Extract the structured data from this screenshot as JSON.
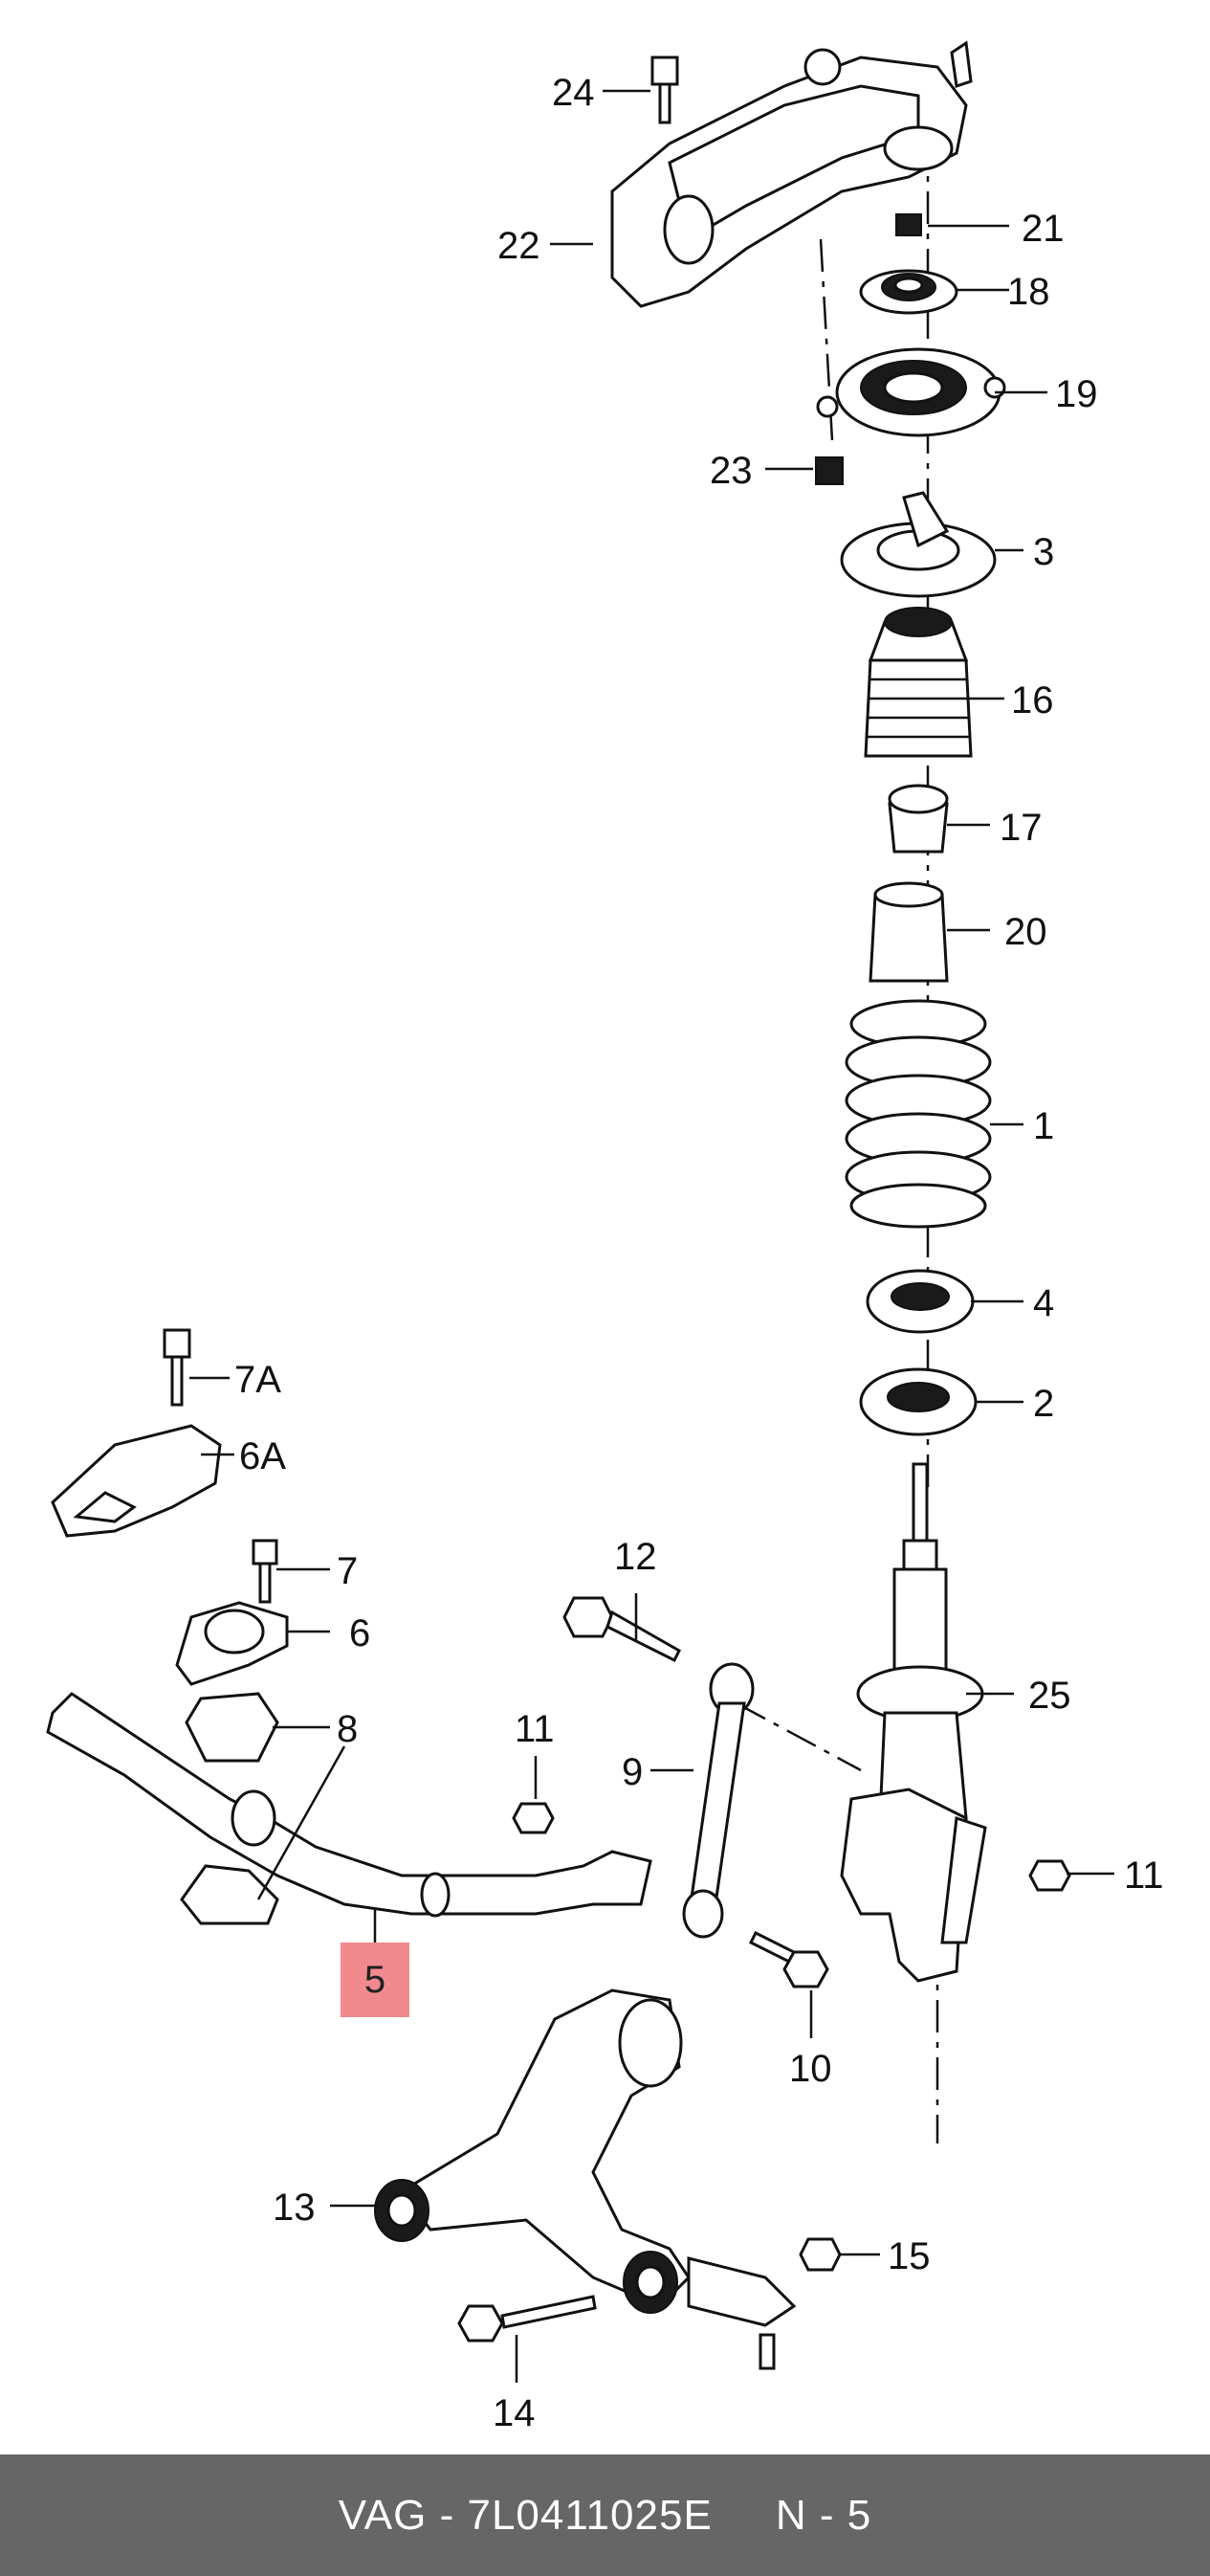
{
  "callouts": {
    "c24": "24",
    "c22": "22",
    "c21": "21",
    "c18": "18",
    "c19": "19",
    "c23": "23",
    "c3": "3",
    "c16": "16",
    "c17": "17",
    "c20": "20",
    "c1": "1",
    "c4": "4",
    "c2": "2",
    "c7a": "7A",
    "c6a": "6A",
    "c7": "7",
    "c6": "6",
    "c8": "8",
    "c12": "12",
    "c25": "25",
    "c11a": "11",
    "c9": "9",
    "c11b": "11",
    "c5": "5",
    "c10": "10",
    "c13": "13",
    "c15": "15",
    "c14": "14"
  },
  "highlight": {
    "label": "5",
    "color": "#f08a8e"
  },
  "footer": {
    "brand": "VAG",
    "separator": " - ",
    "part_number": "7L0411025E",
    "page": "N - 5"
  },
  "colors": {
    "footer_bg": "#666666",
    "line": "#111111"
  }
}
